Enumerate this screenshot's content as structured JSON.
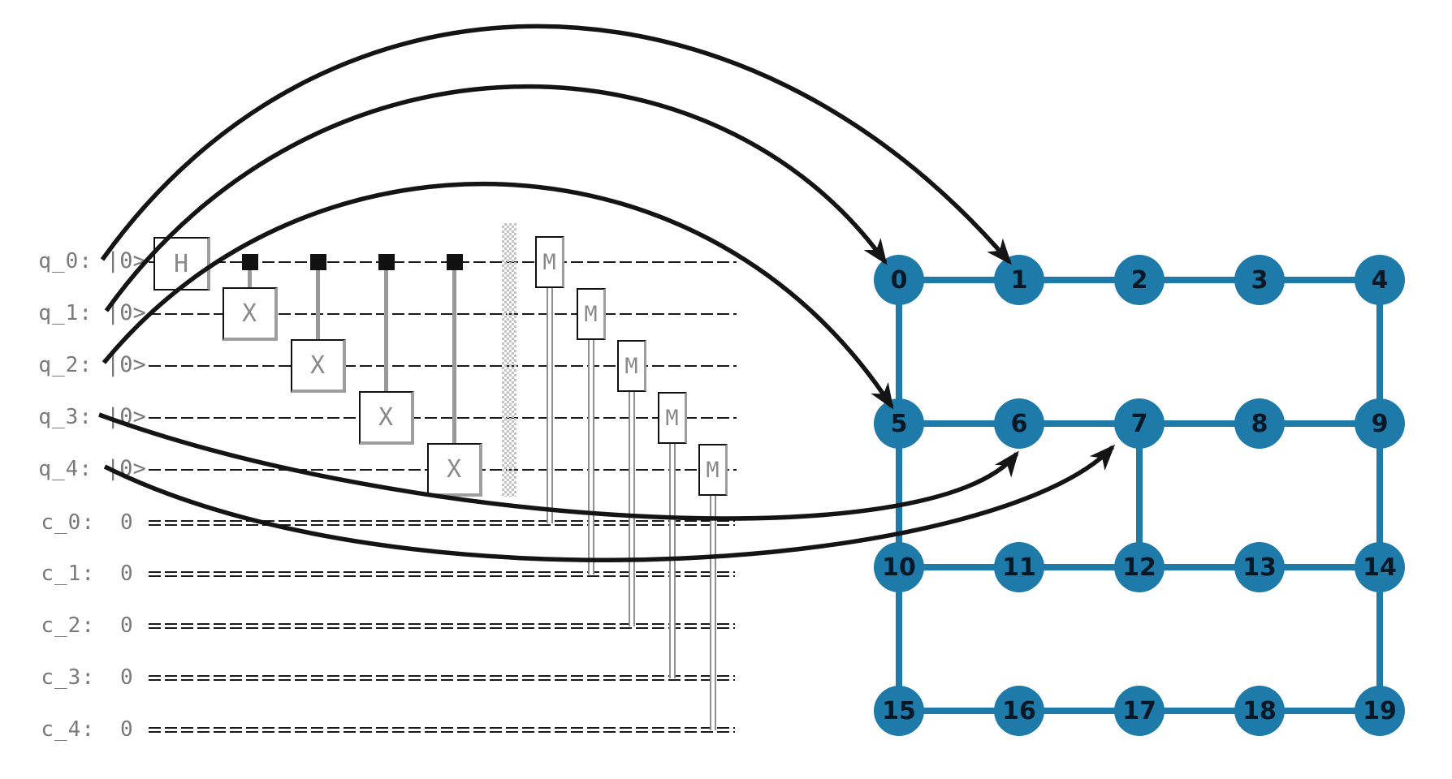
{
  "title": "qubit layout mapping figure",
  "colors": {
    "node_fill": "#1e7aa8",
    "coupling_edge": "#1e7aa8",
    "arrow": "#141414",
    "wire": "#1a1a1a",
    "label_gray": "#7a7a7a",
    "gate_letter_gray": "#8a8a8a",
    "shadow_gray": "#9e9e9e",
    "barrier_gray": "#c4c4c4",
    "node_label": "#081826"
  },
  "circuit": {
    "qubits": [
      {
        "label": "q_0:",
        "ket": "|0>"
      },
      {
        "label": "q_1:",
        "ket": "|0>"
      },
      {
        "label": "q_2:",
        "ket": "|0>"
      },
      {
        "label": "q_3:",
        "ket": "|0>"
      },
      {
        "label": "q_4:",
        "ket": "|0>"
      }
    ],
    "clbits": [
      {
        "label": "c_0:",
        "value": "0"
      },
      {
        "label": "c_1:",
        "value": "0"
      },
      {
        "label": "c_2:",
        "value": "0"
      },
      {
        "label": "c_3:",
        "value": "0"
      },
      {
        "label": "c_4:",
        "value": "0"
      }
    ],
    "gates": [
      {
        "type": "h",
        "label": "H",
        "qubit": 0
      },
      {
        "type": "cx",
        "label": "X",
        "control": 0,
        "target": 1
      },
      {
        "type": "cx",
        "label": "X",
        "control": 0,
        "target": 2
      },
      {
        "type": "cx",
        "label": "X",
        "control": 0,
        "target": 3
      },
      {
        "type": "cx",
        "label": "X",
        "control": 0,
        "target": 4
      },
      {
        "type": "barrier",
        "qubits": [
          0,
          1,
          2,
          3,
          4
        ]
      },
      {
        "type": "measure",
        "label": "M",
        "qubit": 0,
        "clbit": 0
      },
      {
        "type": "measure",
        "label": "M",
        "qubit": 1,
        "clbit": 1
      },
      {
        "type": "measure",
        "label": "M",
        "qubit": 2,
        "clbit": 2
      },
      {
        "type": "measure",
        "label": "M",
        "qubit": 3,
        "clbit": 3
      },
      {
        "type": "measure",
        "label": "M",
        "qubit": 4,
        "clbit": 4
      }
    ]
  },
  "coupling_map": {
    "nodes": [
      {
        "id": "0"
      },
      {
        "id": "1"
      },
      {
        "id": "2"
      },
      {
        "id": "3"
      },
      {
        "id": "4"
      },
      {
        "id": "5"
      },
      {
        "id": "6"
      },
      {
        "id": "7"
      },
      {
        "id": "8"
      },
      {
        "id": "9"
      },
      {
        "id": "10"
      },
      {
        "id": "11"
      },
      {
        "id": "12"
      },
      {
        "id": "13"
      },
      {
        "id": "14"
      },
      {
        "id": "15"
      },
      {
        "id": "16"
      },
      {
        "id": "17"
      },
      {
        "id": "18"
      },
      {
        "id": "19"
      }
    ],
    "edges": [
      [
        0,
        1
      ],
      [
        1,
        2
      ],
      [
        2,
        3
      ],
      [
        3,
        4
      ],
      [
        5,
        6
      ],
      [
        6,
        7
      ],
      [
        7,
        8
      ],
      [
        8,
        9
      ],
      [
        10,
        11
      ],
      [
        11,
        12
      ],
      [
        12,
        13
      ],
      [
        13,
        14
      ],
      [
        15,
        16
      ],
      [
        16,
        17
      ],
      [
        17,
        18
      ],
      [
        18,
        19
      ],
      [
        0,
        5
      ],
      [
        5,
        10
      ],
      [
        10,
        15
      ],
      [
        4,
        9
      ],
      [
        9,
        14
      ],
      [
        14,
        19
      ],
      [
        7,
        12
      ]
    ]
  },
  "layout_mapping": [
    {
      "from": "q_0",
      "to": "1"
    },
    {
      "from": "q_1",
      "to": "0"
    },
    {
      "from": "q_2",
      "to": "5"
    },
    {
      "from": "q_3",
      "to": "6"
    },
    {
      "from": "q_4",
      "to": "7"
    }
  ]
}
